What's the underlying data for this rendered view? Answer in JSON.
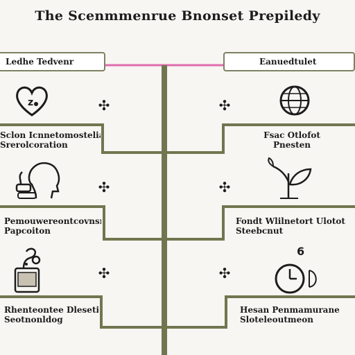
{
  "title": "The Scenmmenrue Bnonset Prepiledy",
  "colors": {
    "connector": "#727650",
    "accent": "#e06cae",
    "ink": "#1c1c1c",
    "box_fill": "#ffffff"
  },
  "left_header": "Ledhe Tedvenr",
  "right_header": "Eanuedtulet",
  "left_items": [
    {
      "icon": "heart-sleep-icon",
      "label_lines": [
        "Sclon Icnnetomosteliagn",
        "Srerolcoration"
      ]
    },
    {
      "icon": "head-profile-icon",
      "label_lines": [
        "Pemouwereontcovnsrte",
        "Papcoiton"
      ]
    },
    {
      "icon": "coffee-maker-icon",
      "label_lines": [
        "Rhenteontee Dlesetinhetteces",
        "Seotnonldog"
      ]
    }
  ],
  "right_items": [
    {
      "icon": "globe-icon",
      "label_lines": [
        "Fsac Otlofot",
        "Pnesten"
      ]
    },
    {
      "icon": "plant-sprout-icon",
      "label_lines": [
        "Fondt Wlilnetort Ulotot",
        "Steebcnut"
      ]
    },
    {
      "icon": "clock-icon",
      "label_lines": [
        "Hesan Penmamurane",
        "Sloteleoutmeon"
      ]
    }
  ],
  "plus_symbol": "✣"
}
